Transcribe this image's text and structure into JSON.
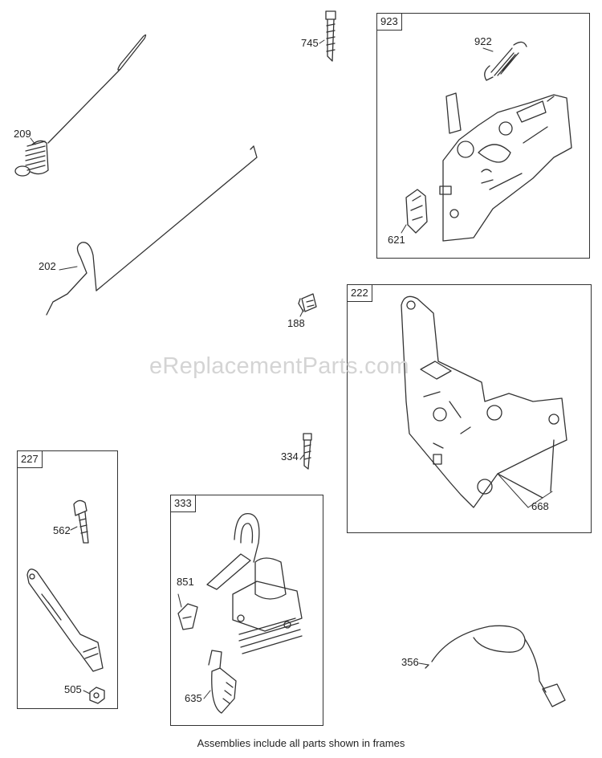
{
  "watermark": "eReplacementParts.com",
  "footer": "Assemblies include all parts shown in frames",
  "frames": {
    "f923": "923",
    "f222": "222",
    "f227": "227",
    "f333": "333"
  },
  "parts": {
    "p209": "209",
    "p202": "202",
    "p745": "745",
    "p922": "922",
    "p621": "621",
    "p188": "188",
    "p668": "668",
    "p334": "334",
    "p562": "562",
    "p505": "505",
    "p851": "851",
    "p635": "635",
    "p356": "356"
  },
  "colors": {
    "line": "#333333",
    "watermark": "#d4d4d4"
  }
}
